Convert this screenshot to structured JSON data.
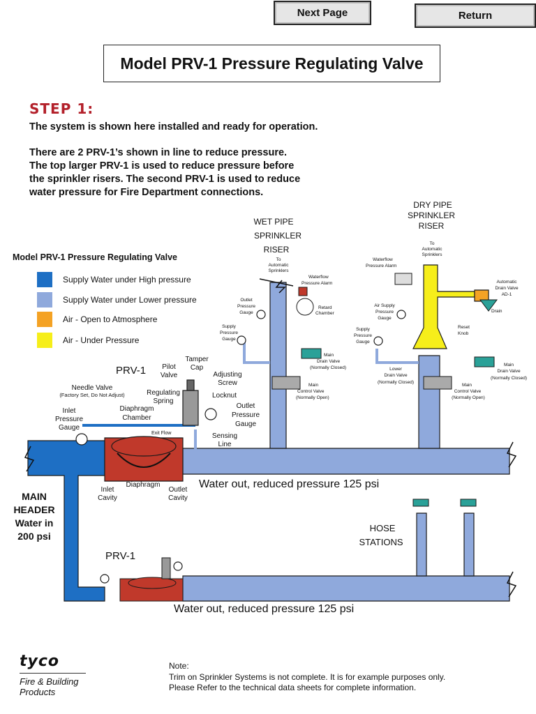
{
  "nav": {
    "next_label": "Next Page",
    "return_label": "Return"
  },
  "title": "Model PRV-1 Pressure Regulating Valve",
  "step": {
    "heading": "STEP 1:",
    "line1": "The system is shown here  installed and ready for operation.",
    "para2": "There are 2 PRV-1’s shown in line to reduce pressure.\nThe top larger PRV-1 is used to reduce pressure before\nthe sprinkler risers. The second PRV-1 is used to reduce\nwater pressure for Fire Department connections."
  },
  "legend": {
    "title": "Model PRV-1 Pressure Regulating Valve",
    "items": [
      {
        "label": "Supply Water under High pressure",
        "color": "#1e6fc4"
      },
      {
        "label": "Supply Water under Lower pressure",
        "color": "#8fa9dc"
      },
      {
        "label": "Air - Open to Atmosphere",
        "color": "#f4a224"
      },
      {
        "label": "Air - Under Pressure",
        "color": "#f6ee1a"
      }
    ]
  },
  "diagram": {
    "wet_riser": {
      "l1": "WET PIPE",
      "l2": "SPRINKLER",
      "l3": "RISER"
    },
    "dry_riser": {
      "l1": "DRY PIPE",
      "l2": "SPRINKLER",
      "l3": "RISER"
    },
    "to_auto_wet": {
      "l1": "To",
      "l2": "Automatic",
      "l3": "Sprinklers"
    },
    "to_auto_dry": {
      "l1": "To",
      "l2": "Automatic",
      "l3": "Sprinklers"
    },
    "waterflow_alarm_wet": {
      "l1": "Waterflow",
      "l2": "Pressure Alarm"
    },
    "waterflow_alarm_dry": {
      "l1": "Waterflow",
      "l2": "Pressure Alarm"
    },
    "retard_chamber": {
      "l1": "Retard",
      "l2": "Chamber"
    },
    "outlet_gauge_wet": {
      "l1": "Outlet",
      "l2": "Pressure",
      "l3": "Gauge"
    },
    "supply_gauge_wet": {
      "l1": "Supply",
      "l2": "Pressure",
      "l3": "Gauge"
    },
    "main_drain_wet": {
      "l1": "Main",
      "l2": "Drain Valve",
      "l3": "(Normally Closed)"
    },
    "main_control_wet": {
      "l1": "Main",
      "l2": "Control Valve",
      "l3": "(Normally Open)"
    },
    "air_supply_gauge": {
      "l1": "Air Supply",
      "l2": "Pressure",
      "l3": "Gauge"
    },
    "supply_gauge_dry": {
      "l1": "Supply",
      "l2": "Pressure",
      "l3": "Gauge"
    },
    "auto_drain": {
      "l1": "Automatic",
      "l2": "Drain Valve",
      "l3": "AD-1"
    },
    "drain": "Drain",
    "reset_knob": {
      "l1": "Reset",
      "l2": "Knob"
    },
    "lower_drain": {
      "l1": "Lower",
      "l2": "Drain Valve",
      "l3": "(Normally Closed)"
    },
    "main_control_dry": {
      "l1": "Main",
      "l2": "Control Valve",
      "l3": "(Normally Open)"
    },
    "main_drain_dry": {
      "l1": "Main",
      "l2": "Drain Valve",
      "l3": "(Normally Closed)"
    },
    "prv_top": "PRV-1",
    "prv_bottom": "PRV-1",
    "tamper_cap": {
      "l1": "Tamper",
      "l2": "Cap"
    },
    "pilot_valve": {
      "l1": "Pilot",
      "l2": "Valve"
    },
    "adjusting_screw": {
      "l1": "Adjusting",
      "l2": "Screw"
    },
    "needle_valve": {
      "l1": "Needle Valve",
      "l2": "(Factory Set, Do Not Adjust)"
    },
    "regulating_spring": {
      "l1": "Regulating",
      "l2": "Spring"
    },
    "locknut": "Locknut",
    "inlet_gauge": {
      "l1": "Inlet",
      "l2": "Pressure",
      "l3": "Gauge"
    },
    "diaphragm_chamber": {
      "l1": "Diaphragm",
      "l2": "Chamber"
    },
    "outlet_gauge_prv": {
      "l1": "Outlet",
      "l2": "Pressure",
      "l3": "Gauge"
    },
    "exit_flow": "Exit Flow",
    "sensing_line": {
      "l1": "Sensing",
      "l2": "Line"
    },
    "inlet_cavity": {
      "l1": "Inlet",
      "l2": "Cavity"
    },
    "diaphragm": "Diaphragm",
    "outlet_cavity": {
      "l1": "Outlet",
      "l2": "Cavity"
    },
    "water_out_top": "Water out, reduced pressure 125 psi",
    "water_out_bottom": "Water out, reduced pressure 125 psi",
    "main_header": {
      "l1": "MAIN",
      "l2": "HEADER",
      "l3": "Water in",
      "l4": "200 psi"
    },
    "hose_stations": {
      "l1": "HOSE",
      "l2": "STATIONS"
    }
  },
  "footer": {
    "logo": "tyco",
    "logo_sub": "Fire & Building\nProducts",
    "note": "Note:\nTrim on Sprinkler Systems is not complete.  It is for example purposes only.\nPlease Refer to the technical data sheets for complete information."
  }
}
